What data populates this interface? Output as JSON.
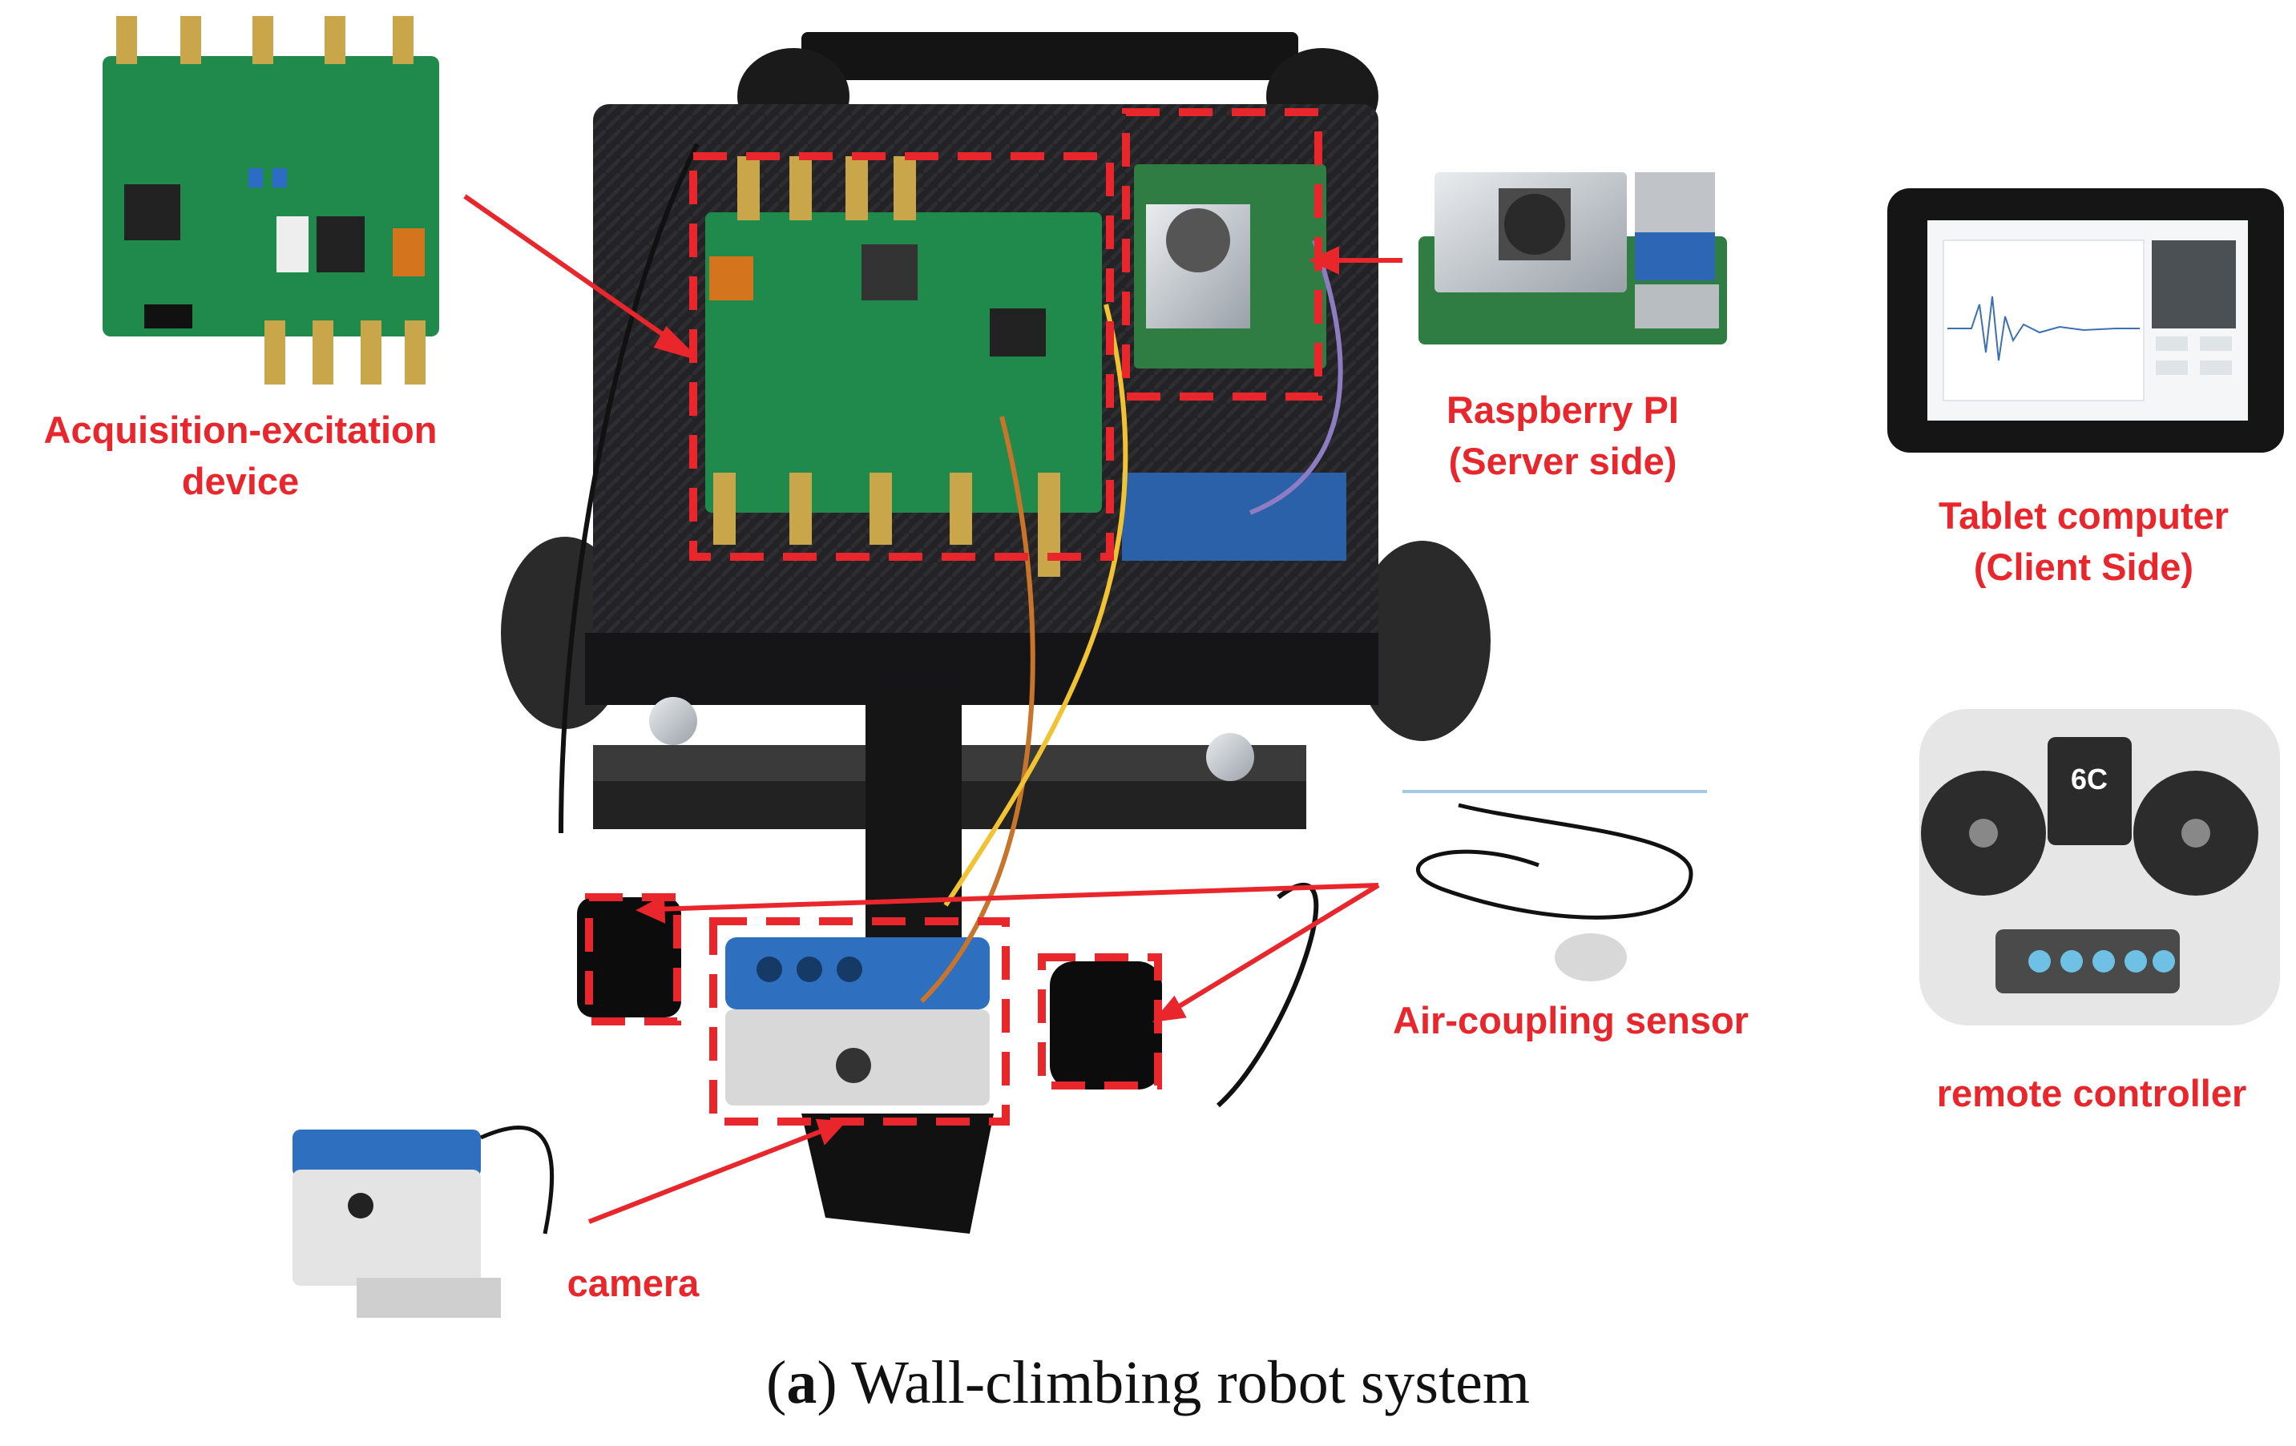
{
  "labels": {
    "acq_line1": "Acquisition-excitation",
    "acq_line2": "device",
    "rpi_line1": "Raspberry PI",
    "rpi_line2": "(Server side)",
    "tablet_line1": "Tablet computer",
    "tablet_line2": "(Client Side)",
    "sensor": "Air-coupling sensor",
    "remote": "remote controller",
    "camera": "camera"
  },
  "caption": {
    "letter": "a",
    "text": "Wall-climbing robot system"
  },
  "controller": {
    "badge": "6C"
  },
  "colors": {
    "callout": "#e8262b",
    "pcb": "#1f8a4c",
    "chassis": "#1c1c1e",
    "camera_blue": "#2f6fbf"
  }
}
